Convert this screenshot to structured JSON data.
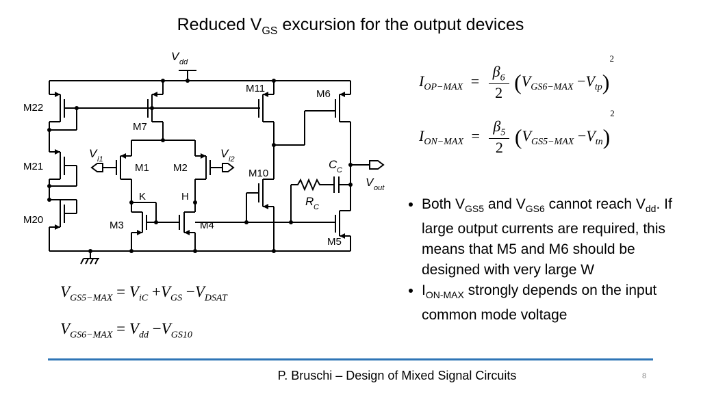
{
  "title": {
    "main": "Reduced V",
    "sub": "GS",
    "rest": " excursion for the output devices"
  },
  "circuit": {
    "labels": {
      "vdd": "V",
      "vdd_sub": "dd",
      "m22": "M22",
      "m21": "M21",
      "m20": "M20",
      "m11": "M11",
      "m6": "M6",
      "m7": "M7",
      "m1": "M1",
      "m2": "M2",
      "m3": "M3",
      "m4": "M4",
      "m10": "M10",
      "m5": "M5",
      "vi1": "V",
      "vi1_sub": "i1",
      "vi2": "V",
      "vi2_sub": "i2",
      "k": "K",
      "h": "H",
      "cc": "C",
      "cc_sub": "C",
      "rc": "R",
      "rc_sub": "C",
      "vout": "V",
      "vout_sub": "out"
    }
  },
  "equations": {
    "iop": {
      "lhs": "I",
      "lhs_sub": "OP−MAX",
      "beta": "β",
      "beta_sub": "6",
      "den": "2",
      "v1": "V",
      "v1_sub": "GS6−MAX",
      "minus": "−",
      "v2": "V",
      "v2_sub": "tp",
      "exp": "2"
    },
    "ion": {
      "lhs": "I",
      "lhs_sub": "ON−MAX",
      "beta": "β",
      "beta_sub": "5",
      "den": "2",
      "v1": "V",
      "v1_sub": "GS5−MAX",
      "minus": "−",
      "v2": "V",
      "v2_sub": "tn",
      "exp": "2"
    },
    "vgs5": {
      "lhs": "V",
      "lhs_sub": "GS5−MAX",
      "eq": "=",
      "t1": "V",
      "t1_sub": "iC",
      "op1": "+",
      "t2": "V",
      "t2_sub": "GS",
      "op2": "−",
      "t3": "V",
      "t3_sub": "DSAT"
    },
    "vgs6": {
      "lhs": "V",
      "lhs_sub": "GS6−MAX",
      "eq": "=",
      "t1": "V",
      "t1_sub": "dd",
      "op1": "−",
      "t2": "V",
      "t2_sub": "GS10"
    }
  },
  "bullets": {
    "b1": {
      "p1": "Both V",
      "s1": "GS5",
      "p2": " and V",
      "s2": "GS6",
      "p3": " cannot reach V",
      "s3": "dd",
      "p4": ". If large output currents are required, this means that M5 and M6 should be designed with very large W"
    },
    "b2": {
      "p1": "I",
      "s1": "ON-MAX",
      "p2": " strongly depends on the input common mode voltage"
    }
  },
  "footer": {
    "text": "P. Bruschi – Design of Mixed Signal Circuits",
    "page": "8"
  },
  "colors": {
    "rule": "#2e75b6",
    "ink": "#000000"
  }
}
